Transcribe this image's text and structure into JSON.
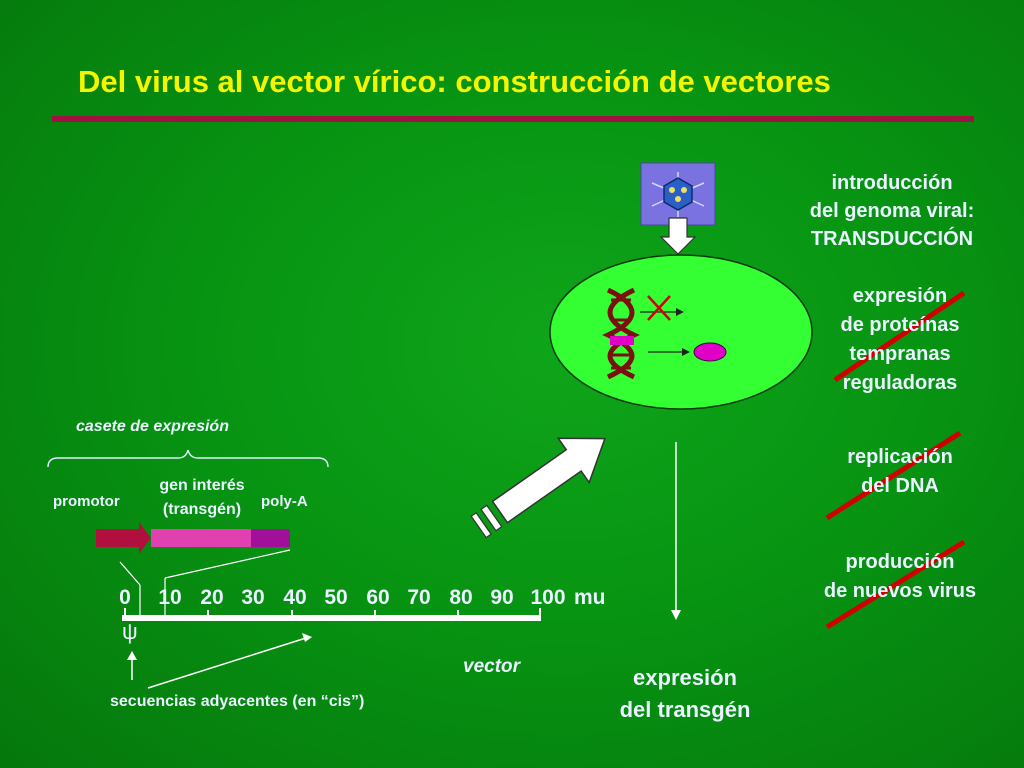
{
  "slide": {
    "title": "Del virus al vector vírico: construcción de vectores"
  },
  "cassette": {
    "label": "casete de expresión",
    "promotor": "promotor",
    "gen_line1": "gen interés",
    "gen_line2": "(transgén)",
    "polya": "poly-A"
  },
  "map": {
    "ticks": [
      "0",
      "10",
      "20",
      "30",
      "40",
      "50",
      "60",
      "70",
      "80",
      "90",
      "100"
    ],
    "unit": "mu",
    "psi": "ψ",
    "vector_label": "vector",
    "flanks_label": "secuencias adyacentes (en “cis”)"
  },
  "steps": {
    "transduction": [
      "introducción",
      "del genoma viral:",
      "TRANSDUCCIÓN"
    ],
    "early": [
      "expresión",
      "de proteínas",
      "tempranas",
      "reguladoras"
    ],
    "replication": [
      "replicación",
      "del DNA"
    ],
    "production": [
      "producción",
      "de nuevos virus"
    ],
    "transgene": [
      "expresión",
      "del transgén"
    ]
  },
  "colors": {
    "title": "#f4f500",
    "text": "#eaf3ff",
    "rule": "#a0123f",
    "cell": "#33ff33",
    "strike": "#d00000",
    "promoter": "#b0103e",
    "gene": "#e040b0",
    "polya": "#a0109a"
  }
}
